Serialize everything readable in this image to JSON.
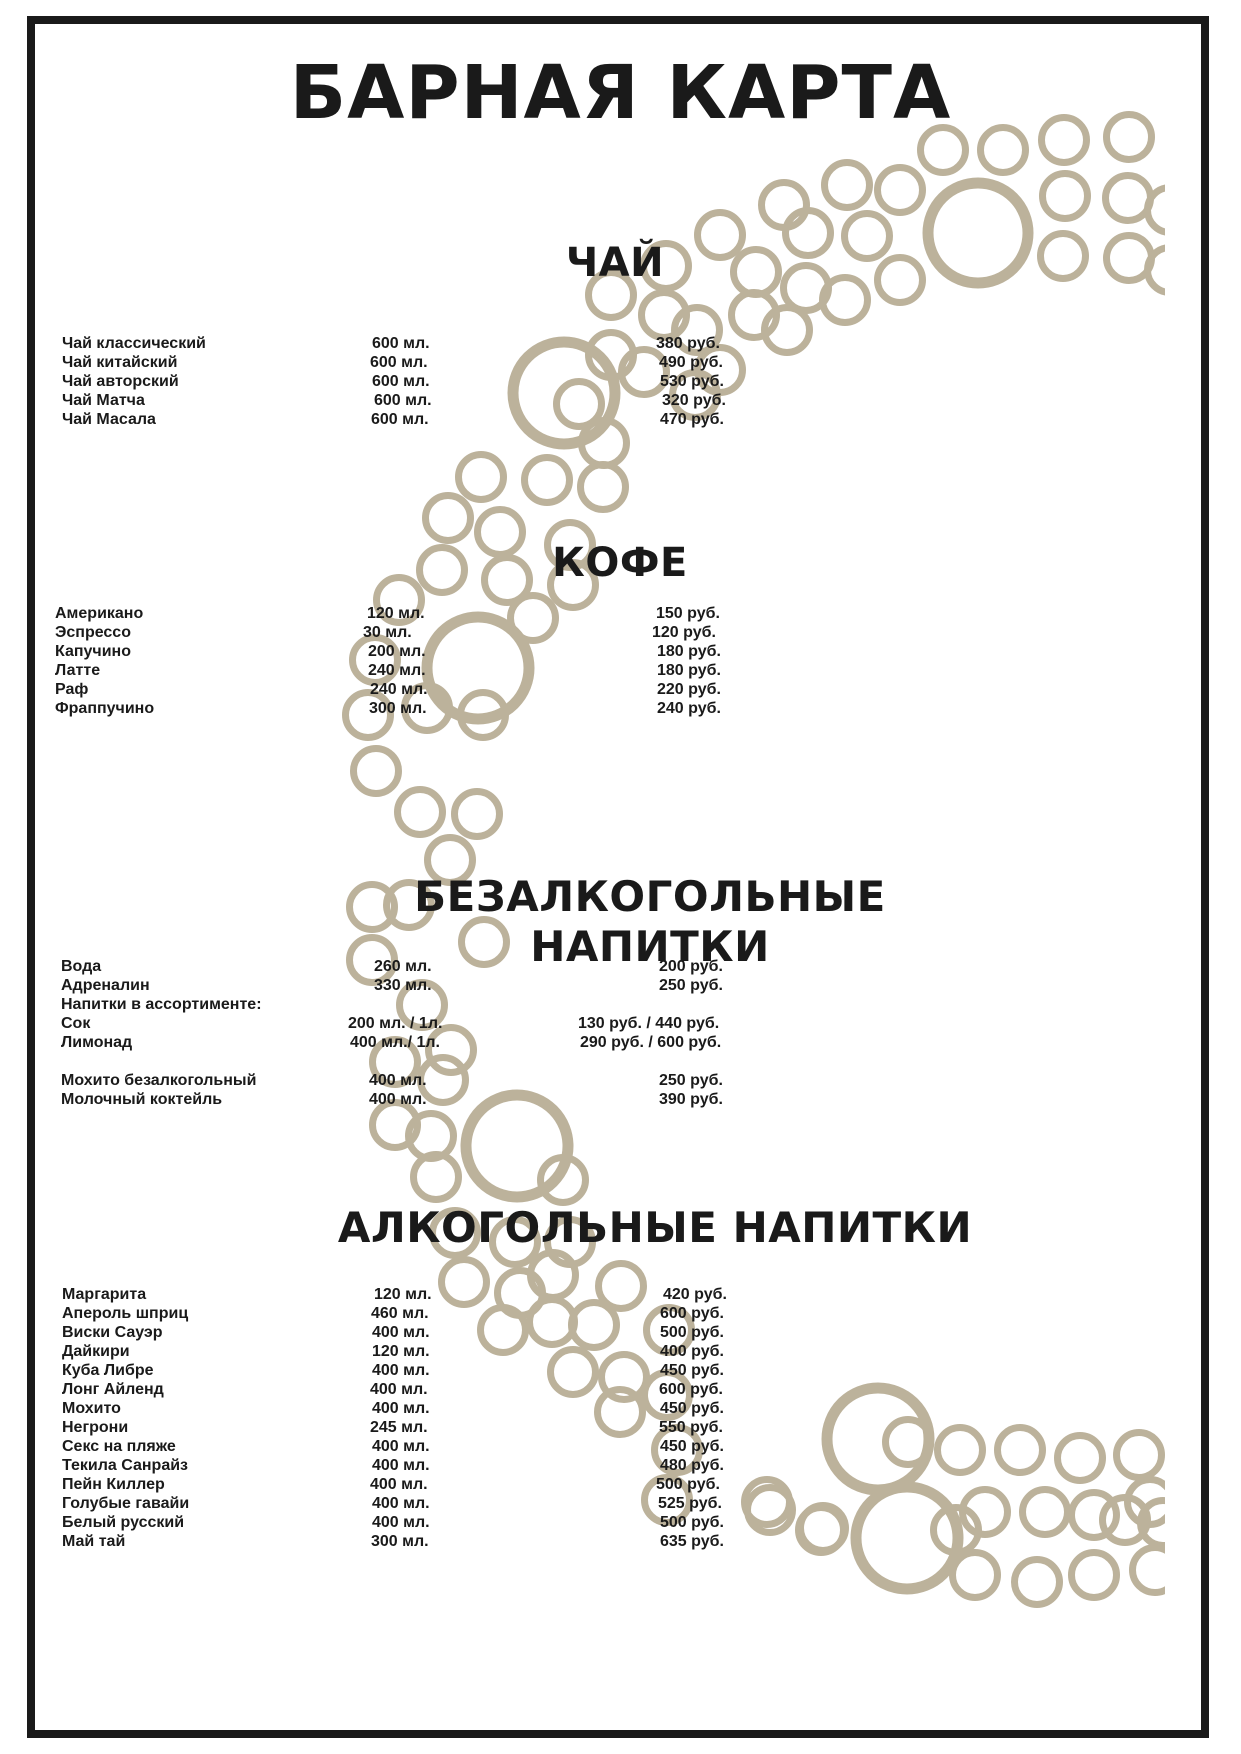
{
  "title": "БАРНАЯ КАРТА",
  "accent_color": "#bcb29b",
  "sections": [
    {
      "heading": "ЧАЙ",
      "items": [
        {
          "name": "Чай классический",
          "volume": "600 мл.",
          "price": "380 руб."
        },
        {
          "name": "Чай китайский",
          "volume": "600 мл.",
          "price": "490 руб."
        },
        {
          "name": "Чай авторский",
          "volume": "600 мл.",
          "price": "530 руб."
        },
        {
          "name": "Чай Матча",
          "volume": "600 мл.",
          "price": "320 руб."
        },
        {
          "name": "Чай Масала",
          "volume": "600 мл.",
          "price": "470 руб."
        }
      ]
    },
    {
      "heading": "КОФЕ",
      "items": [
        {
          "name": "Американо",
          "volume": "120 мл.",
          "price": "150 руб."
        },
        {
          "name": "Эспрессо",
          "volume": "30 мл.",
          "price": "120 руб."
        },
        {
          "name": "Капучино",
          "volume": "200 мл.",
          "price": "180 руб."
        },
        {
          "name": "Латте",
          "volume": "240 мл.",
          "price": "180 руб."
        },
        {
          "name": "Раф",
          "volume": "240 мл.",
          "price": "220 руб."
        },
        {
          "name": "Фраппучино",
          "volume": "300 мл.",
          "price": "240 руб."
        }
      ]
    },
    {
      "heading": "БЕЗАЛКОГОЛЬНЫЕ НАПИТКИ",
      "items": [
        {
          "name": "Вода",
          "volume": "260 мл.",
          "price": "200 руб."
        },
        {
          "name": "Адреналин",
          "volume": "330 мл.",
          "price": "250 руб."
        },
        {
          "name": "Напитки в ассортименте:",
          "volume": "",
          "price": ""
        },
        {
          "name": "Сок",
          "volume": "200 мл. / 1л.",
          "price": "130 руб. / 440 руб."
        },
        {
          "name": "Лимонад",
          "volume": "400 мл./ 1л.",
          "price": "290 руб. / 600 руб."
        },
        {
          "name": "Мохито безалкогольный",
          "volume": "400 мл.",
          "price": "250 руб."
        },
        {
          "name": "Молочный коктейль",
          "volume": "400 мл.",
          "price": "390 руб."
        }
      ]
    },
    {
      "heading": "АЛКОГОЛЬНЫЕ НАПИТКИ",
      "items": [
        {
          "name": "Маргарита",
          "volume": "120 мл.",
          "price": "420 руб."
        },
        {
          "name": "Апероль шприц",
          "volume": "460 мл.",
          "price": "600 руб."
        },
        {
          "name": "Виски Сауэр",
          "volume": "400 мл.",
          "price": "500 руб."
        },
        {
          "name": "Дайкири",
          "volume": "120 мл.",
          "price": "400 руб."
        },
        {
          "name": "Куба Либре",
          "volume": "400 мл.",
          "price": "450 руб."
        },
        {
          "name": "Лонг Айленд",
          "volume": "400 мл.",
          "price": "600 руб."
        },
        {
          "name": "Мохито",
          "volume": "400 мл.",
          "price": "450 руб."
        },
        {
          "name": "Негрони",
          "volume": "245 мл.",
          "price": "550 руб."
        },
        {
          "name": "Секс на пляже",
          "volume": "400 мл.",
          "price": "450 руб."
        },
        {
          "name": "Текила Санрайз",
          "volume": "400 мл.",
          "price": "480 руб."
        },
        {
          "name": "Пейн Киллер",
          "volume": "400 мл.",
          "price": "500 руб."
        },
        {
          "name": "Голубые гавайи",
          "volume": "400 мл.",
          "price": "525 руб."
        },
        {
          "name": "Белый русский",
          "volume": "400 мл.",
          "price": "500 руб."
        },
        {
          "name": "Май тай",
          "volume": "300 мл.",
          "price": "635 руб."
        }
      ]
    }
  ]
}
